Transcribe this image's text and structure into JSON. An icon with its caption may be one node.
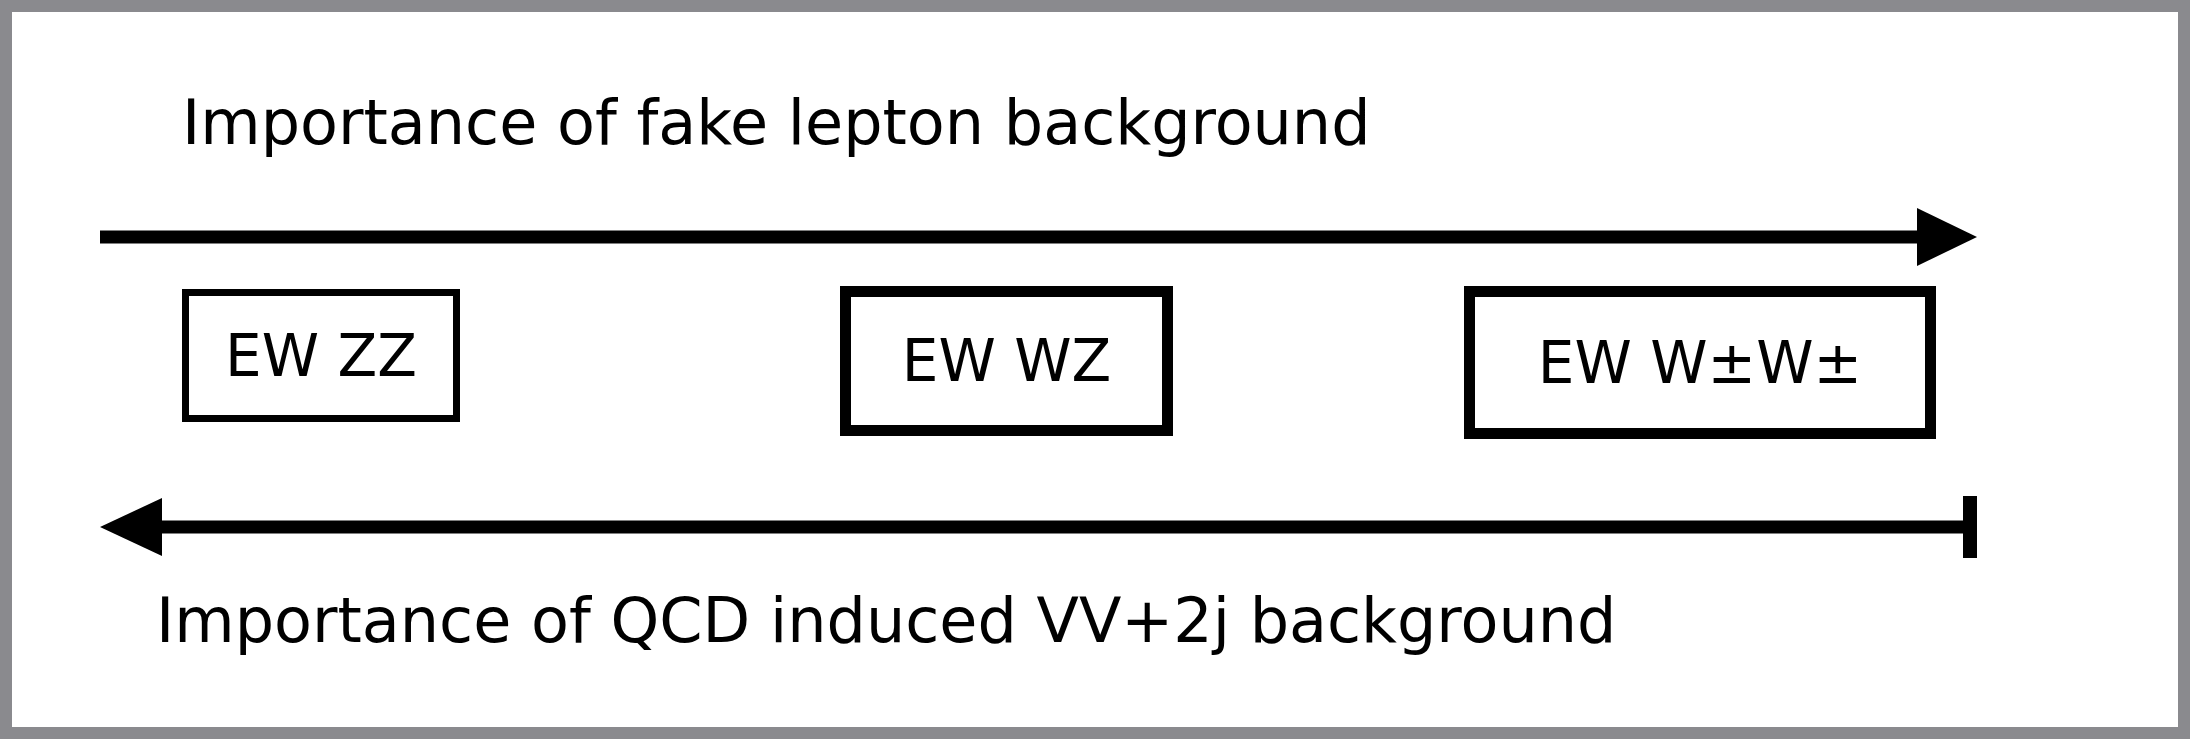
{
  "diagram": {
    "nodes": [
      {
        "text": [
          "EW ZZ"
        ]
      },
      {
        "text": [
          "EW WZ"
        ]
      },
      {
        "text": [
          "EW W±W±"
        ]
      }
    ],
    "labels": [
      "Importance of fake lepton background",
      "Importance of QCD induced VV+2j background"
    ]
  }
}
